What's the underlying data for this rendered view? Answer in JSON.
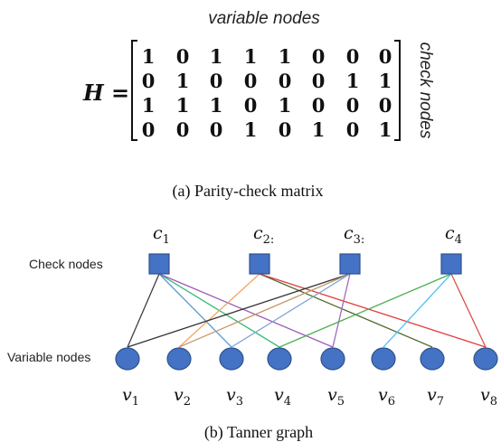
{
  "matrix_section": {
    "top_label": "variable nodes",
    "side_label": "check nodes",
    "lhs": "H =",
    "rows": [
      [
        "1",
        "0",
        "1",
        "1",
        "1",
        "0",
        "0",
        "0"
      ],
      [
        "0",
        "1",
        "0",
        "0",
        "0",
        "0",
        "1",
        "1"
      ],
      [
        "1",
        "1",
        "1",
        "0",
        "1",
        "0",
        "0",
        "0"
      ],
      [
        "0",
        "0",
        "0",
        "1",
        "0",
        "1",
        "0",
        "1"
      ]
    ],
    "caption": "(a)  Parity-check matrix"
  },
  "graph_section": {
    "check_row_label": "Check nodes",
    "variable_row_label": "Variable nodes",
    "check_nodes": [
      {
        "name": "c",
        "sub": "1"
      },
      {
        "name": "c",
        "sub": "2:"
      },
      {
        "name": "c",
        "sub": "3:"
      },
      {
        "name": "c",
        "sub": "4"
      }
    ],
    "variable_nodes": [
      {
        "name": "v",
        "sub": "1"
      },
      {
        "name": "v",
        "sub": "2"
      },
      {
        "name": "v",
        "sub": "3"
      },
      {
        "name": "v",
        "sub": "4"
      },
      {
        "name": "v",
        "sub": "5"
      },
      {
        "name": "v",
        "sub": "6"
      },
      {
        "name": "v",
        "sub": "7"
      },
      {
        "name": "v",
        "sub": "8"
      }
    ],
    "edges": [
      {
        "check": 0,
        "var": 0,
        "color": "#404040"
      },
      {
        "check": 0,
        "var": 2,
        "color": "#5b9bd5"
      },
      {
        "check": 0,
        "var": 3,
        "color": "#2eb872"
      },
      {
        "check": 0,
        "var": 4,
        "color": "#9b59b6"
      },
      {
        "check": 1,
        "var": 1,
        "color": "#f4a460"
      },
      {
        "check": 1,
        "var": 6,
        "color": "#556b2f"
      },
      {
        "check": 1,
        "var": 7,
        "color": "#e03c3c"
      },
      {
        "check": 2,
        "var": 0,
        "color": "#333333"
      },
      {
        "check": 2,
        "var": 1,
        "color": "#c49a6c"
      },
      {
        "check": 2,
        "var": 2,
        "color": "#7fa6d9"
      },
      {
        "check": 2,
        "var": 4,
        "color": "#a569bd"
      },
      {
        "check": 3,
        "var": 3,
        "color": "#4caf50"
      },
      {
        "check": 3,
        "var": 5,
        "color": "#4fc3f7"
      },
      {
        "check": 3,
        "var": 7,
        "color": "#d9534f"
      }
    ],
    "node_fill": "#4472c4",
    "node_stroke": "#2f528f",
    "caption": "(b)  Tanner graph"
  }
}
